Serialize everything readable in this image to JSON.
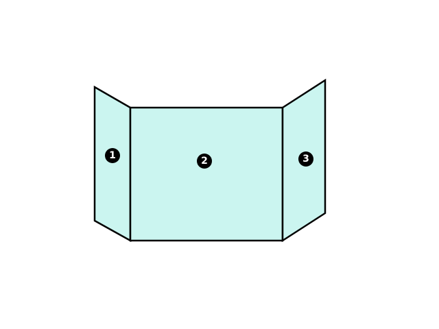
{
  "colors": {
    "panel_fill": "#cbf5f0",
    "outline": "#000000",
    "marker_fill": "#000000",
    "marker_text": "#ffffff",
    "background": "#ffffff"
  },
  "panels": [
    {
      "id": "left",
      "label": "1"
    },
    {
      "id": "center",
      "label": "2"
    },
    {
      "id": "right",
      "label": "3"
    }
  ]
}
